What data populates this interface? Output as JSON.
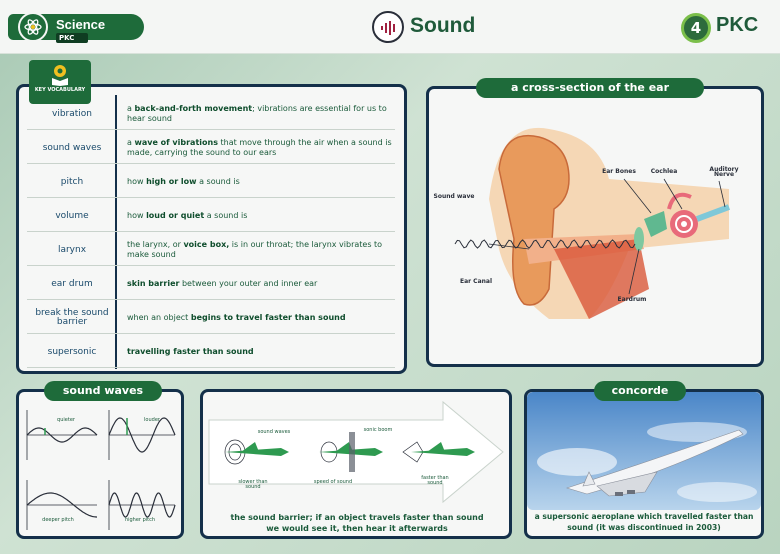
{
  "header": {
    "subject": "Science",
    "subject_sub": "PKC",
    "title": "Sound",
    "brand_number": "4",
    "brand_name": "PKC"
  },
  "vocab_badge": "KEY VOCABULARY",
  "vocabulary": [
    {
      "term": "vibration",
      "def_pre": "a ",
      "def_bold": "back-and-forth movement",
      "def_post": "; vibrations are essential for us to hear sound"
    },
    {
      "term": "sound waves",
      "def_pre": "a ",
      "def_bold": "wave of vibrations",
      "def_post": " that move through the air when a sound is made, carrying the sound to our ears"
    },
    {
      "term": "pitch",
      "def_pre": "how ",
      "def_bold": "high or low",
      "def_post": " a sound is"
    },
    {
      "term": "volume",
      "def_pre": "how ",
      "def_bold": "loud or quiet",
      "def_post": " a sound is"
    },
    {
      "term": "larynx",
      "def_pre": "the larynx, or ",
      "def_bold": "voice box,",
      "def_post": " is in our throat; the larynx vibrates to make sound"
    },
    {
      "term": "ear drum",
      "def_pre": "",
      "def_bold": "skin barrier",
      "def_post": " between your outer and inner ear"
    },
    {
      "term": "break the sound barrier",
      "def_pre": "when an object ",
      "def_bold": "begins to travel faster than sound",
      "def_post": ""
    },
    {
      "term": "supersonic",
      "def_pre": "",
      "def_bold": "travelling faster than sound",
      "def_post": ""
    }
  ],
  "ear": {
    "tab": "a cross-section of the ear",
    "labels": {
      "sound_wave": "Sound wave",
      "ear_bones": "Ear Bones",
      "cochlea": "Cochlea",
      "auditory_nerve": "Auditory Nerve",
      "ear_canal": "Ear Canal",
      "eardrum": "Eardrum"
    }
  },
  "waves": {
    "tab": "sound waves",
    "quieter": "quieter",
    "louder": "louder",
    "deeper": "deeper pitch",
    "higher": "higher pitch"
  },
  "barrier": {
    "label1_top": "sound waves",
    "label1_bottom": "slower than sound",
    "label2_top": "sonic boom",
    "label2_bottom": "speed of sound",
    "label3_bottom": "faster than sound",
    "caption": "the sound barrier; if an object travels faster than sound we would see it, then hear it afterwards"
  },
  "concorde": {
    "tab": "concorde",
    "caption": "a supersonic aeroplane which travelled faster than sound (it was discontinued in 2003)"
  }
}
